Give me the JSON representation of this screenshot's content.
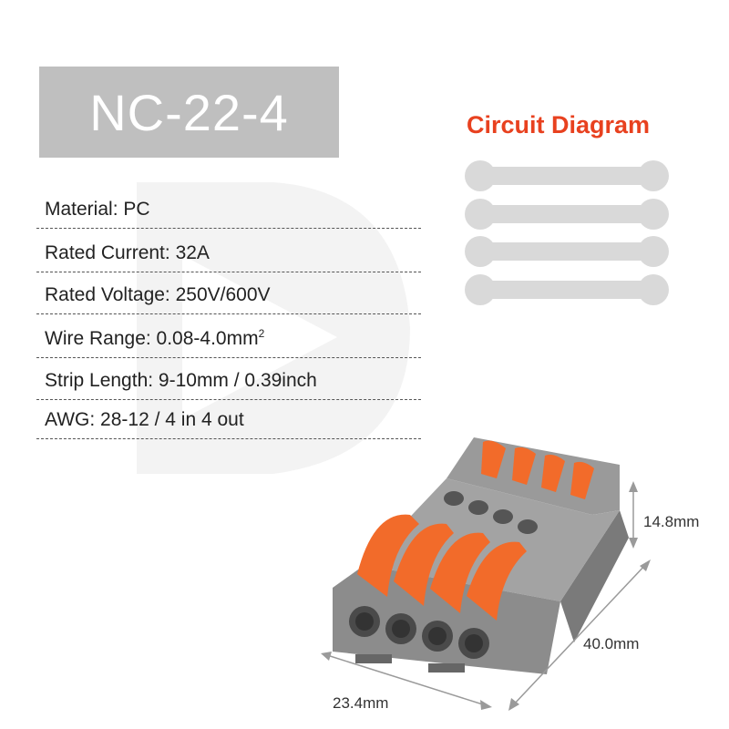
{
  "title": "NC-22-4",
  "specs": [
    "Material: PC",
    "Rated Current: 32A",
    "Rated Voltage: 250V/600V",
    "Wire Range: 0.08-4.0mm",
    "Strip Length: 9-10mm / 0.39inch",
    "AWG: 28-12 / 4 in 4 out"
  ],
  "wire_range_superscript": "2",
  "circuit_title": "Circuit Diagram",
  "circuit_count": 4,
  "dimensions": {
    "height": "14.8mm",
    "length": "40.0mm",
    "width": "23.4mm"
  },
  "colors": {
    "accent": "#e8411f",
    "lever": "#f26b2a",
    "body": "#8c8c8c",
    "title_box": "#bfbfbf",
    "bar": "#d9d9d9"
  }
}
